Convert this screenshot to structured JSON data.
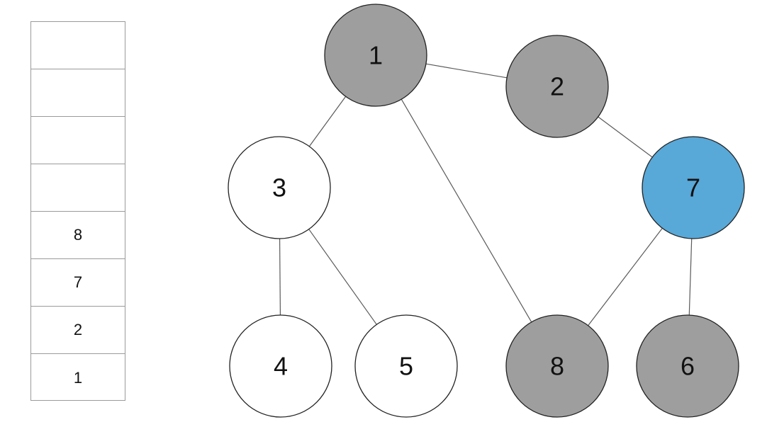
{
  "stack": {
    "cells": [
      "",
      "",
      "",
      "",
      "8",
      "7",
      "2",
      "1"
    ]
  },
  "graph": {
    "nodes": [
      {
        "id": "1",
        "label": "1",
        "state": "visited"
      },
      {
        "id": "2",
        "label": "2",
        "state": "visited"
      },
      {
        "id": "3",
        "label": "3",
        "state": "unvisited"
      },
      {
        "id": "7",
        "label": "7",
        "state": "current"
      },
      {
        "id": "4",
        "label": "4",
        "state": "unvisited"
      },
      {
        "id": "5",
        "label": "5",
        "state": "unvisited"
      },
      {
        "id": "8",
        "label": "8",
        "state": "visited"
      },
      {
        "id": "6",
        "label": "6",
        "state": "visited"
      }
    ],
    "edges": [
      [
        "1",
        "2"
      ],
      [
        "1",
        "3"
      ],
      [
        "1",
        "8"
      ],
      [
        "2",
        "7"
      ],
      [
        "3",
        "4"
      ],
      [
        "3",
        "5"
      ],
      [
        "7",
        "8"
      ],
      [
        "7",
        "6"
      ]
    ],
    "colors": {
      "visited": "#9e9e9e",
      "unvisited": "#ffffff",
      "current": "#58a8d8"
    }
  }
}
